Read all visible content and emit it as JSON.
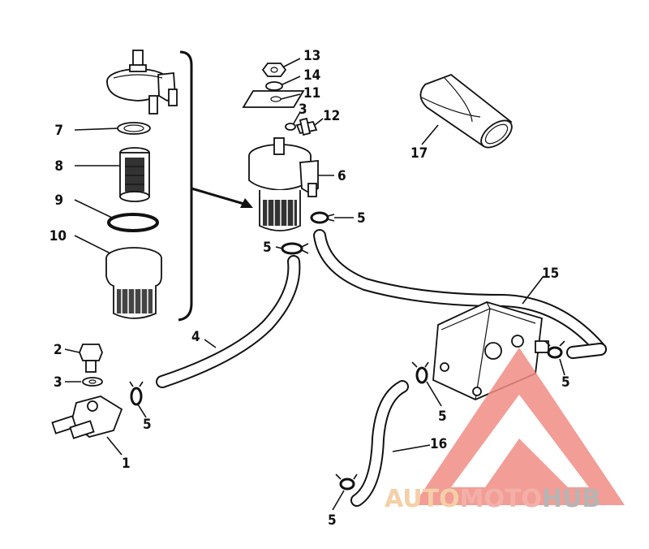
{
  "callouts": {
    "c1": "1",
    "c2": "2",
    "c3a": "3",
    "c3b": "3",
    "c4": "4",
    "c5a": "5",
    "c5b": "5",
    "c5c": "5",
    "c5d": "5",
    "c5e": "5",
    "c5f": "5",
    "c6": "6",
    "c7": "7",
    "c8": "8",
    "c9": "9",
    "c10": "10",
    "c11": "11",
    "c12": "12",
    "c13": "13",
    "c14": "14",
    "c15": "15",
    "c16": "16",
    "c17": "17"
  },
  "watermark": {
    "part1": "AUTO",
    "part2": "MOTO",
    "part3": "HUB",
    "color_auto": "#f3c79a",
    "color_moto": "#f2a39a",
    "color_hub": "#a9a9a9",
    "triangle_color": "#f08c84"
  }
}
